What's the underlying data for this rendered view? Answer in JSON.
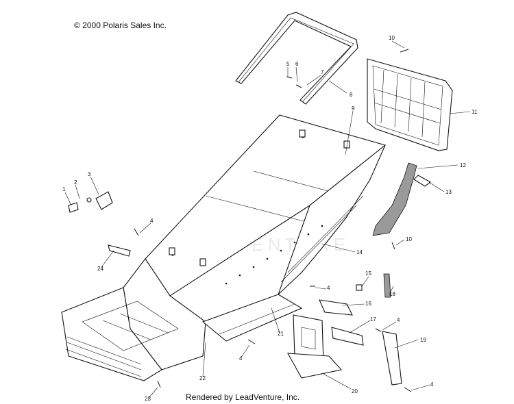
{
  "header": {
    "copyright": "© 2000 Polaris Sales Inc."
  },
  "footer": {
    "rendered_by": "Rendered by LeadVenture, Inc."
  },
  "watermark": {
    "text": "LEADVENTURE"
  },
  "callouts": [
    {
      "id": "1",
      "label": "1"
    },
    {
      "id": "2",
      "label": "2"
    },
    {
      "id": "3",
      "label": "3"
    },
    {
      "id": "4a",
      "label": "4"
    },
    {
      "id": "4b",
      "label": "4"
    },
    {
      "id": "4c",
      "label": "4"
    },
    {
      "id": "4d",
      "label": "4"
    },
    {
      "id": "4e",
      "label": "4"
    },
    {
      "id": "5",
      "label": "5"
    },
    {
      "id": "6",
      "label": "6"
    },
    {
      "id": "7",
      "label": "7"
    },
    {
      "id": "8",
      "label": "8"
    },
    {
      "id": "9",
      "label": "9"
    },
    {
      "id": "10a",
      "label": "10"
    },
    {
      "id": "10b",
      "label": "10"
    },
    {
      "id": "11",
      "label": "11"
    },
    {
      "id": "12",
      "label": "12"
    },
    {
      "id": "13",
      "label": "13"
    },
    {
      "id": "14",
      "label": "14"
    },
    {
      "id": "15",
      "label": "15"
    },
    {
      "id": "16",
      "label": "16"
    },
    {
      "id": "17",
      "label": "17"
    },
    {
      "id": "18",
      "label": "18"
    },
    {
      "id": "19",
      "label": "19"
    },
    {
      "id": "20",
      "label": "20"
    },
    {
      "id": "21",
      "label": "21"
    },
    {
      "id": "22",
      "label": "22"
    },
    {
      "id": "23",
      "label": "23"
    },
    {
      "id": "24",
      "label": "24"
    }
  ]
}
